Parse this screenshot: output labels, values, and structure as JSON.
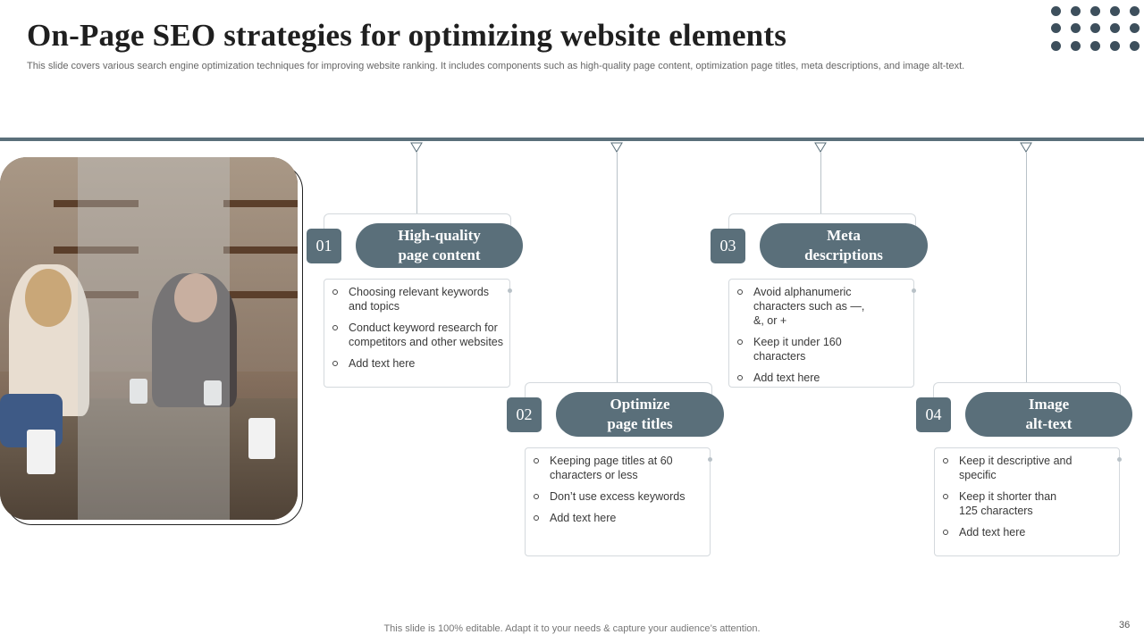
{
  "slide": {
    "title": "On-Page SEO strategies for optimizing website elements",
    "subtitle": "This slide covers various search engine optimization techniques for improving website ranking. It includes components such as high-quality page content, optimization page titles, meta descriptions, and image alt-text.",
    "footer": "This slide is 100% editable. Adapt it to your needs & capture your audience’s attention.",
    "page_number": "36"
  },
  "colors": {
    "accent": "#5a6f7a",
    "dots": "#3d4f5c",
    "line": "#b9c2c8"
  },
  "photo": {
    "description_icon": "meeting-photo"
  },
  "steps": [
    {
      "number": "01",
      "title_line1": "High-quality",
      "title_line2": "page content",
      "bullets": [
        "Choosing relevant keywords and topics",
        "Conduct keyword research for competitors and other websites",
        "Add text here"
      ]
    },
    {
      "number": "02",
      "title_line1": "Optimize",
      "title_line2": "page titles",
      "bullets": [
        "Keeping page titles at 60 characters or less",
        "Don’t use excess keywords",
        "Add text here"
      ]
    },
    {
      "number": "03",
      "title_line1": "Meta",
      "title_line2": "descriptions",
      "bullets": [
        "Avoid alphanumeric characters such as —, &, or +",
        "Keep it under 160 characters",
        "Add text here"
      ]
    },
    {
      "number": "04",
      "title_line1": "Image",
      "title_line2": "alt-text",
      "bullets": [
        "Keep it descriptive and specific",
        "Keep it shorter than 125 characters",
        "Add text here"
      ]
    }
  ]
}
